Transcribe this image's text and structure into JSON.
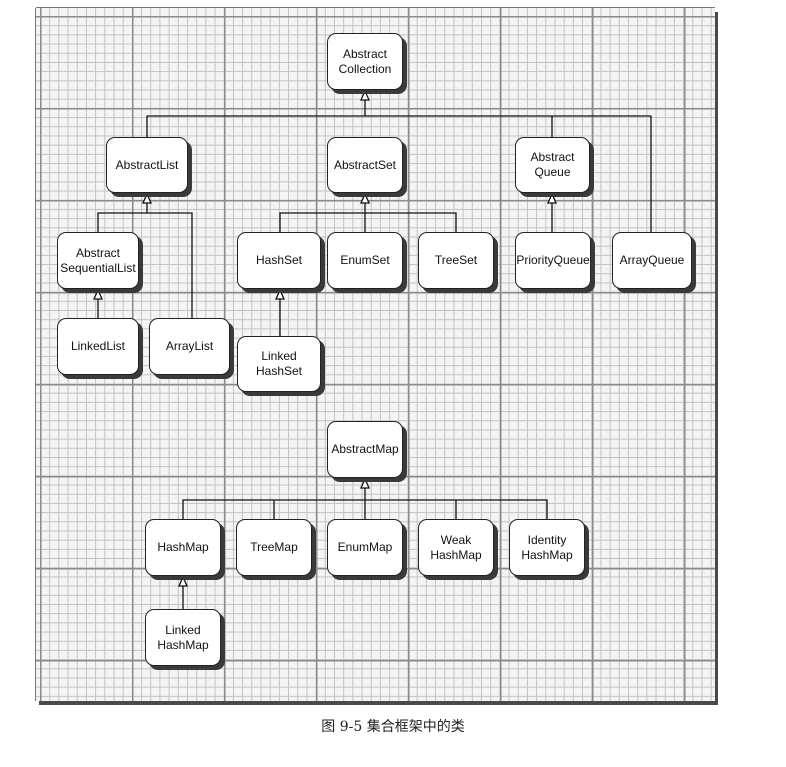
{
  "nodes": {
    "abstract_collection": "Abstract\nCollection",
    "abstract_list": "AbstractList",
    "abstract_set": "AbstractSet",
    "abstract_queue": "Abstract\nQueue",
    "abstract_sequential_list": "Abstract\nSequentialList",
    "hash_set": "HashSet",
    "enum_set": "EnumSet",
    "tree_set": "TreeSet",
    "priority_queue": "PriorityQueue",
    "array_queue": "ArrayQueue",
    "linked_list": "LinkedList",
    "array_list": "ArrayList",
    "linked_hash_set": "Linked\nHashSet",
    "abstract_map": "AbstractMap",
    "hash_map": "HashMap",
    "tree_map": "TreeMap",
    "enum_map": "EnumMap",
    "weak_hash_map": "Weak\nHashMap",
    "identity_hash_map": "Identity\nHashMap",
    "linked_hash_map": "Linked\nHashMap"
  },
  "edges": [
    {
      "from": "abstract_list",
      "to": "abstract_collection"
    },
    {
      "from": "abstract_set",
      "to": "abstract_collection"
    },
    {
      "from": "abstract_queue",
      "to": "abstract_collection"
    },
    {
      "from": "array_queue",
      "to": "abstract_collection"
    },
    {
      "from": "abstract_sequential_list",
      "to": "abstract_list"
    },
    {
      "from": "array_list",
      "to": "abstract_list"
    },
    {
      "from": "linked_list",
      "to": "abstract_sequential_list"
    },
    {
      "from": "hash_set",
      "to": "abstract_set"
    },
    {
      "from": "enum_set",
      "to": "abstract_set"
    },
    {
      "from": "tree_set",
      "to": "abstract_set"
    },
    {
      "from": "linked_hash_set",
      "to": "hash_set"
    },
    {
      "from": "priority_queue",
      "to": "abstract_queue"
    },
    {
      "from": "hash_map",
      "to": "abstract_map"
    },
    {
      "from": "tree_map",
      "to": "abstract_map"
    },
    {
      "from": "enum_map",
      "to": "abstract_map"
    },
    {
      "from": "weak_hash_map",
      "to": "abstract_map"
    },
    {
      "from": "identity_hash_map",
      "to": "abstract_map"
    },
    {
      "from": "linked_hash_map",
      "to": "hash_map"
    }
  ],
  "caption": "图 9-5   集合框架中的类"
}
